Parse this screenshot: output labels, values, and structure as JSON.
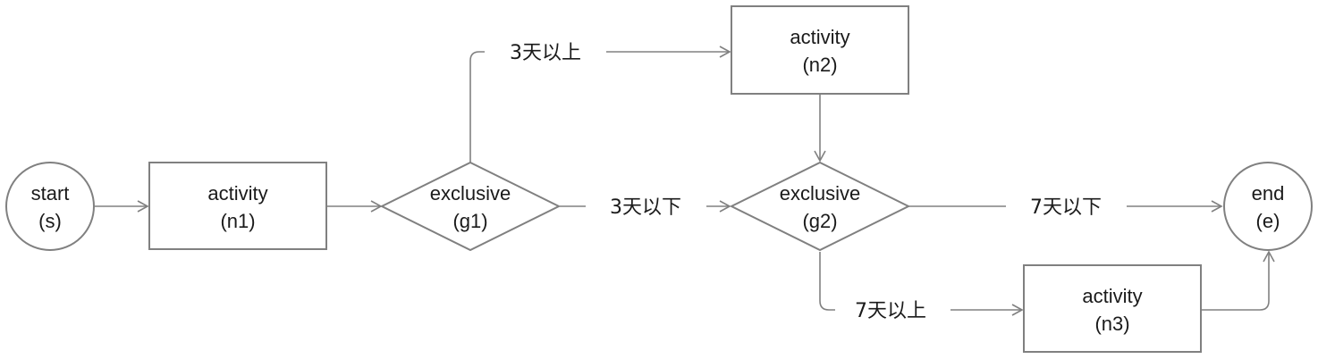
{
  "nodes": {
    "start": {
      "line1": "start",
      "line2": "(s)"
    },
    "n1": {
      "line1": "activity",
      "line2": "(n1)"
    },
    "g1": {
      "line1": "exclusive",
      "line2": "(g1)"
    },
    "n2": {
      "line1": "activity",
      "line2": "(n2)"
    },
    "g2": {
      "line1": "exclusive",
      "line2": "(g2)"
    },
    "n3": {
      "line1": "activity",
      "line2": "(n3)"
    },
    "end": {
      "line1": "end",
      "line2": "(e)"
    }
  },
  "edges": {
    "g1_n2": "3天以上",
    "g1_g2": "3天以下",
    "g2_end": "7天以下",
    "g2_n3": "7天以上"
  },
  "colors": {
    "stroke": "#808080",
    "text": "#1a1a1a"
  }
}
